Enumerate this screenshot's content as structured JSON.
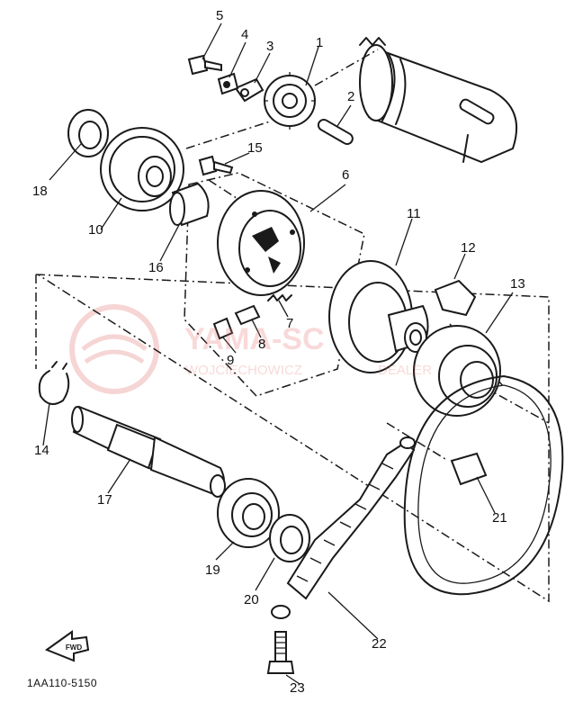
{
  "diagram": {
    "part_code": "1AA110-5150",
    "fwd_label": "FWD",
    "watermark": {
      "main": "YAMA-SC",
      "sub": "WOJCIECHOWICZ",
      "sub2": "DEALER"
    },
    "callouts": [
      "1",
      "2",
      "3",
      "4",
      "5",
      "6",
      "7",
      "8",
      "9",
      "10",
      "11",
      "12",
      "13",
      "14",
      "15",
      "16",
      "17",
      "18",
      "19",
      "20",
      "21",
      "22",
      "23"
    ]
  }
}
